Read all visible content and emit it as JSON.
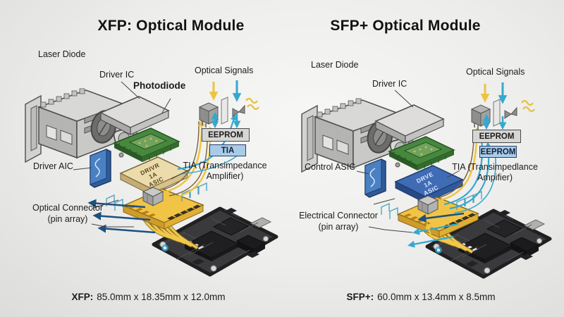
{
  "left": {
    "title": "XFP: Optical Module",
    "labels": {
      "laser_diode": "Laser Diode",
      "driver_ic": "Driver IC",
      "photodiode": "Photodiode",
      "driver_aic": "Driver AIC",
      "optical_connector_line1": "Optical Connector",
      "optical_connector_line2": "(pin array)",
      "optical_signals": "Optical Signals",
      "eeprom_box": "EEPROM",
      "tia_box": "TIA",
      "tia_line1": "TIA (Transimpedance",
      "tia_line2": "Amplifier)"
    },
    "chip_text": {
      "line1": "DRIVR",
      "line2": "1A",
      "line3": "ASIC"
    },
    "dims": {
      "label": "XFP:",
      "value": "85.0mm x 18.35mm x 12.0mm"
    }
  },
  "right": {
    "title": "SFP+ Optical Module",
    "labels": {
      "laser_diode": "Laser Diode",
      "driver_ic": "Driver IC",
      "control_asic": "Control ASIC",
      "electrical_connector_line1": "Electrical Connector",
      "electrical_connector_line2": "(pin array)",
      "optical_signals": "Optical Signals",
      "eeprom_box": "EEPROM",
      "eeprom_box2": "EEPROM",
      "tia_line1": "TIA (Transimpedlance",
      "tia_line2": "Ampifier)"
    },
    "chip_text": {
      "line1": "DRVE",
      "line2": "1A",
      "line3": "ASIC"
    },
    "dims": {
      "label": "SFP+:",
      "value": "60.0mm x 13.4mm x 8.5mm"
    }
  },
  "colors": {
    "optical_yellow": "#eec33e",
    "optical_cyan": "#35a8cf",
    "electrical_navy": "#1d5080",
    "connector_yellow": "#f2c445",
    "asic_tan": "#ecdcab",
    "asic_blue": "#3f6cb5",
    "pcb_green": "#47883f",
    "pcb_dark": "#3a3a3d",
    "eeprom_gray": "#d6d6d4",
    "box_blue": "#a9cbe8"
  }
}
